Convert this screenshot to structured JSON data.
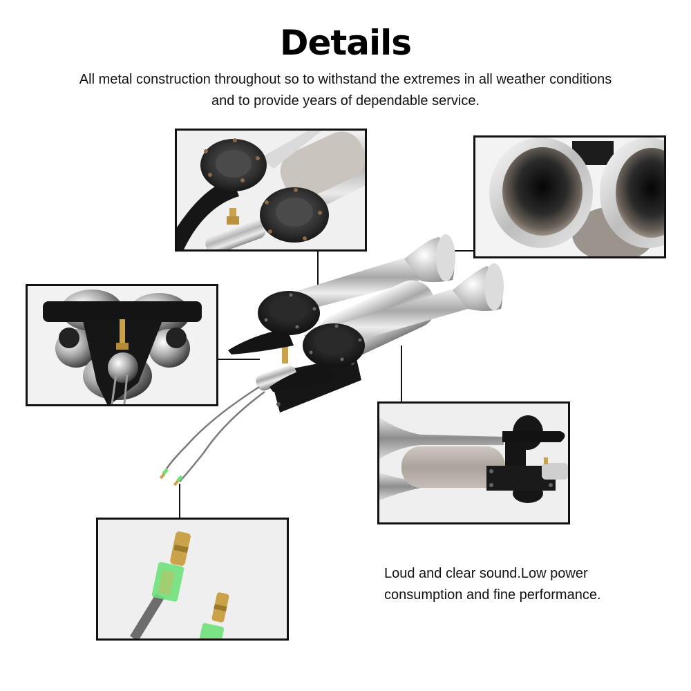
{
  "header": {
    "title": "Details",
    "subtitle": "All metal construction throughout so to withstand the extremes in all weather conditions and to provide years of dependable service."
  },
  "feature_note": {
    "text": "Loud and clear sound.Low power consumption and fine performance."
  },
  "product": {
    "name": "Dual trumpet chrome air horn",
    "parts": [
      "chrome trumpets",
      "black solenoid valve caps",
      "brass air inlet fitting",
      "air tank",
      "black mounting bracket",
      "two grey wires with bullet connectors"
    ]
  },
  "detail_panels": [
    {
      "id": "valve-caps",
      "subject": "black valve caps with screws and brass fitting"
    },
    {
      "id": "trumpet-bells",
      "subject": "chrome trumpet bell openings"
    },
    {
      "id": "rear-view",
      "subject": "rear view of valves and brass inlet"
    },
    {
      "id": "side-view",
      "subject": "side view of air tank and mounting bracket"
    },
    {
      "id": "connectors",
      "subject": "brass bullet connectors with green sleeves"
    }
  ],
  "colors": {
    "background": "#ffffff",
    "border": "#111111",
    "chrome": "#c8c8c8",
    "black_plastic": "#1e1e1e",
    "brass": "#c9a24a",
    "green_sleeve": "#6fe07a",
    "wire": "#7a7a7a"
  }
}
